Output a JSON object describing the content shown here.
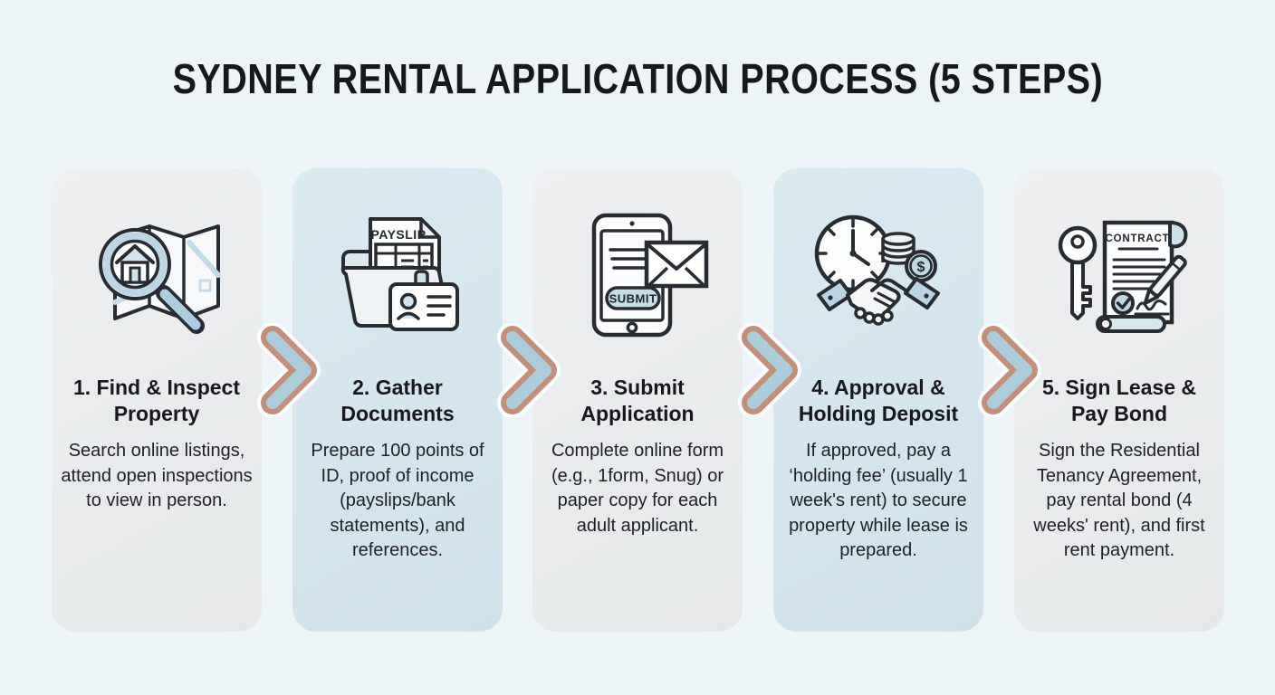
{
  "page": {
    "title": "SYDNEY RENTAL APPLICATION PROCESS (5 STEPS)"
  },
  "colors": {
    "background": "#edf4f8",
    "card_gray": "#e8eaeb",
    "card_blue": "#d3e4ec",
    "chevron_fill": "#abccdc",
    "chevron_outline": "#c68e76",
    "chevron_halo": "#fbfdfe",
    "text": "#16181c",
    "icon_stroke": "#272c32",
    "icon_blue": "#bdd7e4"
  },
  "steps": [
    {
      "title": "1. Find & Inspect Property",
      "description": "Search online listings, attend open inspections to view in person.",
      "icon": "map-magnifier-house-icon",
      "variant": "gray"
    },
    {
      "title": "2. Gather Documents",
      "description": "Prepare 100 points of ID, proof of income (payslips/bank statements), and references.",
      "icon": "folder-payslip-id-icon",
      "icon_text": "PAYSLIP",
      "variant": "blue"
    },
    {
      "title": "3. Submit Application",
      "description": "Complete online form (e.g., 1form, Snug) or paper copy for each adult applicant.",
      "icon": "tablet-submit-envelope-icon",
      "icon_text": "SUBMIT",
      "variant": "gray"
    },
    {
      "title": "4. Approval & Holding Deposit",
      "description": "If approved, pay a ‘holding fee’ (usually 1 week's rent) to secure property while lease is prepared.",
      "icon": "clock-money-handshake-icon",
      "icon_text": "$",
      "variant": "blue"
    },
    {
      "title": "5. Sign Lease & Pay Bond",
      "description": "Sign the Residential Tenancy Agreement, pay rental bond (4 weeks' rent), and first rent payment.",
      "icon": "key-contract-icon",
      "icon_text": "CONTRACT",
      "variant": "gray"
    }
  ],
  "connectors": [
    "chevron-arrow",
    "chevron-arrow",
    "chevron-arrow",
    "chevron-arrow"
  ]
}
